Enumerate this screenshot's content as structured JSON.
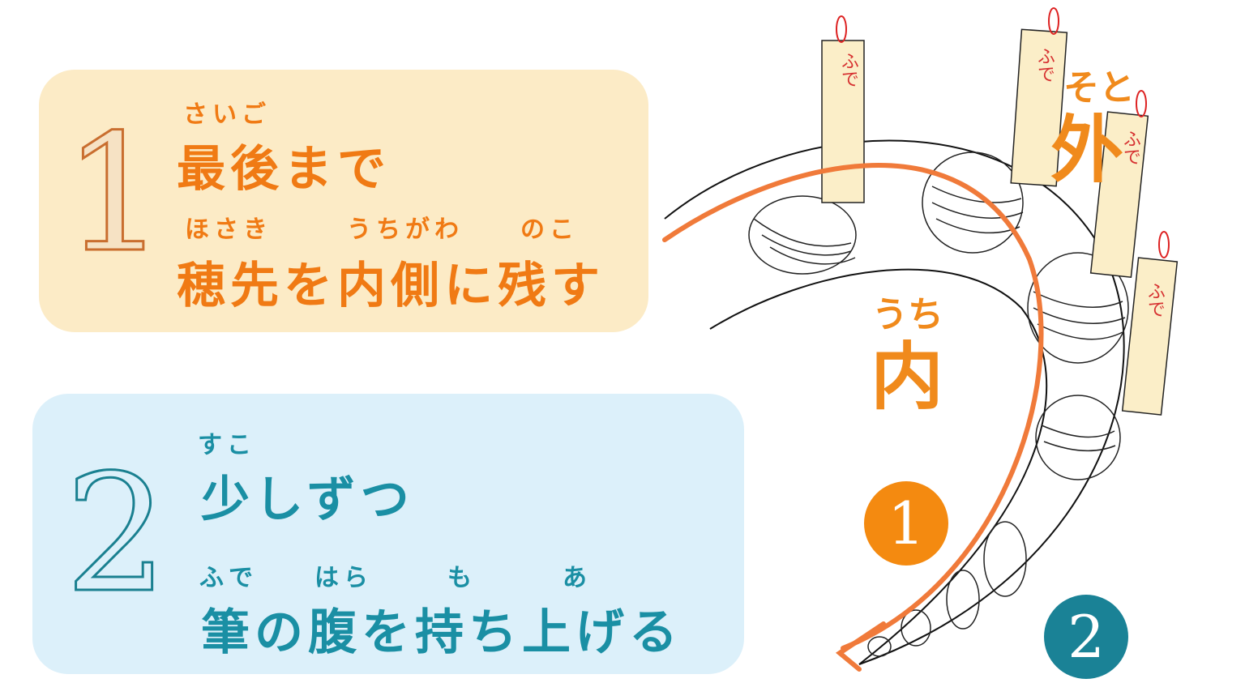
{
  "step1": {
    "number": "1",
    "ruby_line1": "さいご",
    "line1": "最後まで",
    "ruby_line2_a": "ほさき",
    "ruby_line2_b": "うちがわ",
    "ruby_line2_c": "のこ",
    "line2": "穂先を内側に残す"
  },
  "step2": {
    "number": "2",
    "ruby_line1": "すこ",
    "line1": "少しずつ",
    "ruby_line2_a": "ふで",
    "ruby_line2_b": "はら",
    "ruby_line2_c": "も",
    "ruby_line2_d": "あ",
    "line2": "筆の腹を持ち上げる"
  },
  "diagram": {
    "outer_ruby": "そと",
    "outer_label": "外",
    "inner_ruby": "うち",
    "inner_label": "内",
    "brush_label": "ふで",
    "badge1": "1",
    "badge2": "2"
  },
  "colors": {
    "orange": "#f07a14",
    "teal": "#1a8fa4",
    "panel1_bg": "#fcebc6",
    "panel2_bg": "#dcf0fa"
  }
}
